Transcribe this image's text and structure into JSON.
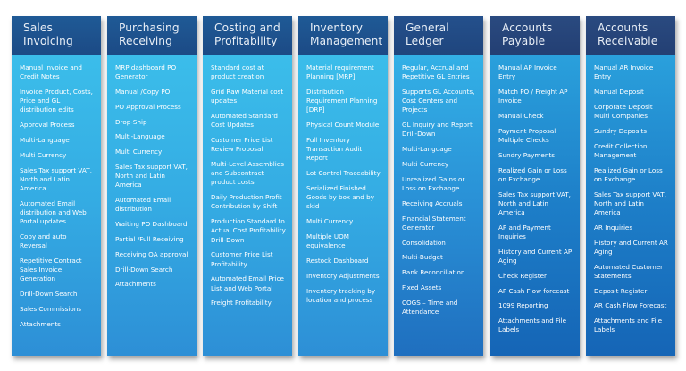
{
  "columns": [
    {
      "title_line1": "Sales",
      "title_line2": "Invoicing",
      "items": [
        "Manual Invoice and Credit Notes",
        "Invoice Product, Costs, Price and GL distribution edits",
        "Approval Process",
        "Multi-Language",
        "Multi Currency",
        "Sales Tax support VAT, North and Latin America",
        "Automated Email distribution and Web Portal updates",
        "Copy and auto Reversal",
        "Repetitive Contract Sales Invoice Generation",
        "Drill-Down Search",
        "Sales Commissions",
        "Attachments"
      ]
    },
    {
      "title_line1": "Purchasing",
      "title_line2": "Receiving",
      "items": [
        "MRP dashboard PO Generator",
        "Manual /Copy  PO",
        "PO Approval Process",
        "Drop-Ship",
        "Multi-Language",
        "Multi Currency",
        "Sales Tax support VAT, North and Latin America",
        "Automated Email distribution",
        "Waiting PO Dashboard",
        "Partial /Full Receiving",
        "Receiving QA approval",
        "Drill-Down Search",
        "Attachments"
      ]
    },
    {
      "title_line1": "Costing and",
      "title_line2": "Profitability",
      "items": [
        "Standard cost at product creation",
        "Grid Raw Material cost updates",
        "Automated  Standard Cost Updates",
        "Customer Price List Review Proposal",
        "Multi-Level Assemblies and Subcontract product costs",
        "Daily Production Profit Contribution by Shift",
        "Production Standard to Actual Cost Profitability Drill-Down",
        "Customer Price List Profitability",
        "Automated Email Price List and Web Portal",
        "Freight Profitability"
      ]
    },
    {
      "title_line1": "Inventory",
      "title_line2": "Management",
      "items": [
        "Material requirement Planning [MRP]",
        "Distribution Requirement Planning [DRP]",
        "Physical Count Module",
        "Full Inventory Transaction Audit Report",
        "Lot Control Traceability",
        "Serialized Finished Goods by box and by skid",
        "Multi Currency",
        "Multiple UOM equivalence",
        "Restock Dashboard",
        "Inventory Adjustments",
        "Inventory tracking by location and process"
      ]
    },
    {
      "title_line1": "General",
      "title_line2": "Ledger",
      "items": [
        "Regular, Accrual and Repetitive GL Entries",
        "Supports GL Accounts, Cost Centers and Projects",
        "GL Inquiry and Report  Drill-Down",
        "Multi-Language",
        "Multi Currency",
        "Unrealized Gains or Loss on Exchange",
        "Receiving Accruals",
        "Financial Statement Generator",
        "Consolidation",
        "Multi-Budget",
        "Bank Reconciliation",
        "Fixed Assets",
        "COGS – Time and Attendance"
      ]
    },
    {
      "title_line1": "Accounts",
      "title_line2": "Payable",
      "items": [
        "Manual AP Invoice Entry",
        "Match  PO / Freight AP Invoice",
        "Manual Check",
        "Payment Proposal Multiple Checks",
        "Sundry Payments",
        "Realized Gain or Loss on Exchange",
        "Sales Tax support VAT, North and Latin America",
        "AP and Payment Inquiries",
        "History and Current AP Aging",
        "Check Register",
        "AP Cash Flow forecast",
        "1099 Reporting",
        "Attachments and File Labels"
      ]
    },
    {
      "title_line1": "Accounts",
      "title_line2": "Receivable",
      "items": [
        "Manual AR Invoice Entry",
        "Manual Deposit",
        "Corporate Deposit Multi Companies",
        "Sundry Deposits",
        "Credit Collection Management",
        "Realized Gain or Loss on Exchange",
        "Sales Tax support VAT, North and Latin America",
        "AR Inquiries",
        "History and Current AR Aging",
        "Automated Customer Statements",
        "Deposit Register",
        "AR Cash Flow Forecast",
        "Attachments and File Labels"
      ]
    }
  ]
}
